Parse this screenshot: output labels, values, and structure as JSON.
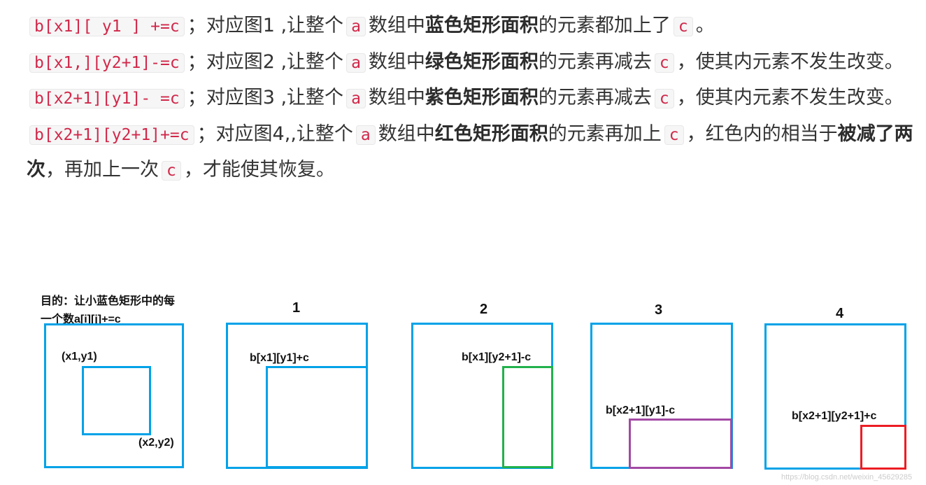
{
  "paragraphs": [
    {
      "code": "b[x1][ y1 ] +=c",
      "t1": "；对应图1 ,让整个",
      "a": "a",
      "t2": "数组中",
      "bold": "蓝色矩形面积",
      "t3": "的元素都加上了",
      "c": "c",
      "t4": "。"
    },
    {
      "code": "b[x1,][y2+1]-=c",
      "t1": "；对应图2 ,让整个",
      "a": "a",
      "t2": "数组中",
      "bold": "绿色矩形面积",
      "t3": "的元素再减去",
      "c": "c",
      "t4": "，使其内元素不发生改变。"
    },
    {
      "code": "b[x2+1][y1]- =c",
      "t1": "；对应图3 ,让整个",
      "a": "a",
      "t2": "数组中",
      "bold": "紫色矩形面积",
      "t3": "的元素再减去",
      "c": "c",
      "t4": "，使其内元素不发生改变。"
    },
    {
      "code": "b[x2+1][y2+1]+=c",
      "t1": "；对应图4,,让整个",
      "a": "a",
      "t2": "数组中",
      "bold": "红色矩形面积",
      "t3": "的元素再加上",
      "c": "c",
      "t4": "，红色内的相当于",
      "bold2": "被减了两次",
      "t5": "，再加上一次",
      "c2": "c",
      "t6": "，才能使其恢复。"
    }
  ],
  "figure": {
    "goal_line1": "目的：让小蓝色矩形中的每",
    "goal_line2": "一个数a[i][j]+=c",
    "p1": "(x1,y1)",
    "p2": "(x2,y2)",
    "labels": [
      "1",
      "2",
      "3",
      "4"
    ],
    "ops": [
      "b[x1][y1]+c",
      "b[x1][y2+1]-c",
      "b[x2+1][y1]-c",
      "b[x2+1][y2+1]+c"
    ],
    "colors": {
      "blue": "#00a2e8",
      "green": "#22b14c",
      "purple": "#a349a4",
      "red": "#ed1c24"
    }
  },
  "watermark": "https://blog.csdn.net/weixin_45629285"
}
